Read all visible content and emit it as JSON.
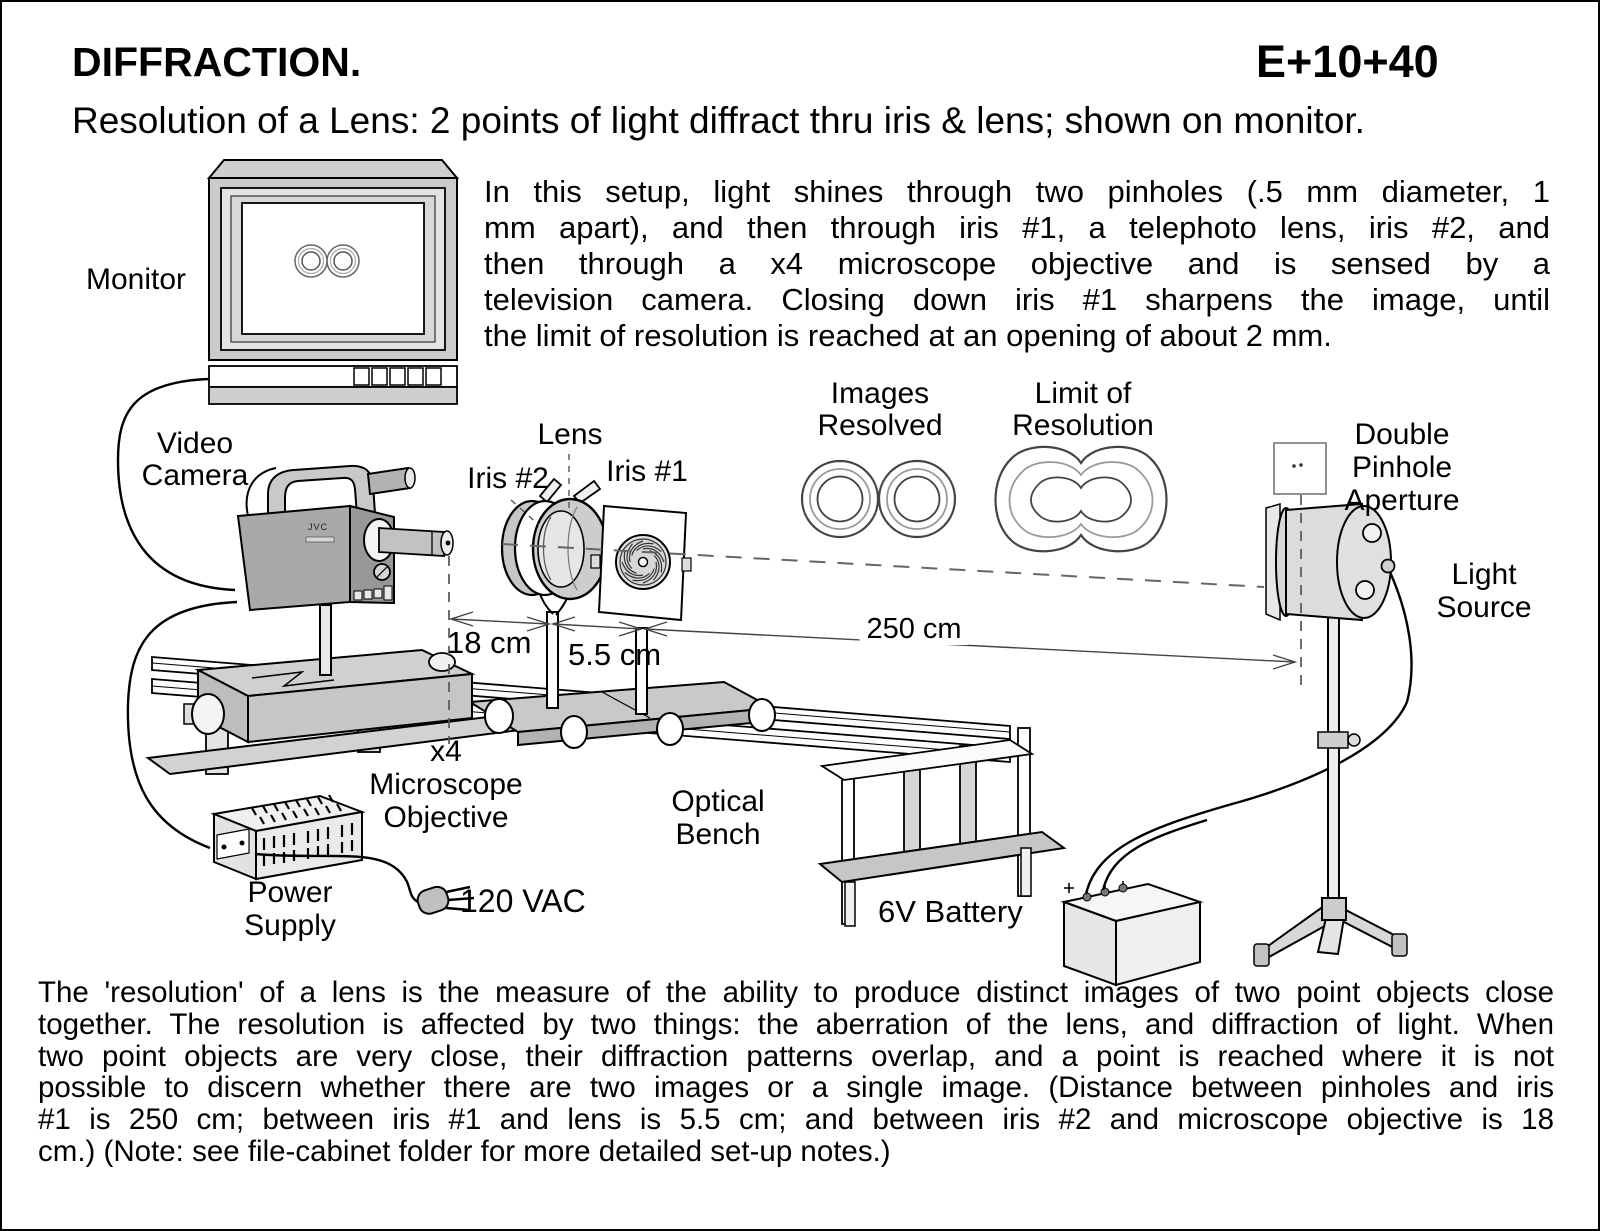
{
  "header": {
    "title": "DIFFRACTION.",
    "code": "E+10+40",
    "subtitle": "Resolution of a Lens: 2 points of light diffract thru iris & lens; shown on monitor."
  },
  "intro": {
    "lines": [
      "In this setup, light shines through two pinholes (.5 mm diameter, 1",
      "mm apart), and then through iris #1, a telephoto lens, iris #2, and",
      "then through a x4 microscope objective and is sensed by a",
      "television camera. Closing down iris #1 sharpens the image, until",
      "the limit of resolution is reached at an opening of about 2 mm."
    ]
  },
  "footer": {
    "lines": [
      "The 'resolution' of a lens is the measure of the ability to produce distinct images of two point objects close",
      "together.  The resolution is affected by two things: the aberration of the lens, and diffraction of light. When",
      "two point objects are very close, their diffraction patterns overlap, and a point is reached where it is not",
      "possible to discern whether there are two images or a single image. (Distance between pinholes and iris",
      "#1 is 250 cm; between iris #1 and lens is 5.5 cm; and between iris #2 and  microscope objective is 18",
      "cm.) (Note:  see file-cabinet folder for more detailed set-up notes.)"
    ]
  },
  "labels": {
    "monitor": "Monitor",
    "video_camera": "Video\nCamera",
    "lens": "Lens",
    "iris2": "Iris #2",
    "iris1": "Iris #1",
    "images_resolved": "Images\nResolved",
    "limit_of_resolution": "Limit of\nResolution",
    "double_pinhole": "Double\nPinhole\nAperture",
    "light_source": "Light\nSource",
    "microscope_objective": "x4\nMicroscope\nObjective",
    "optical_bench": "Optical\nBench",
    "power_supply": "Power\nSupply",
    "vac": "120 VAC",
    "battery": "6V Battery",
    "camera_brand": "JVC"
  },
  "measurements": {
    "camera_to_lens": "18 cm",
    "lens_to_iris1": "5.5 cm",
    "iris1_to_pinholes": "250 cm"
  },
  "colors": {
    "background": "#ffffff",
    "line": "#000000",
    "gray_light": "#e2e2e2",
    "gray_mid": "#c8c8c8",
    "gray_dark": "#a0a0a0"
  }
}
